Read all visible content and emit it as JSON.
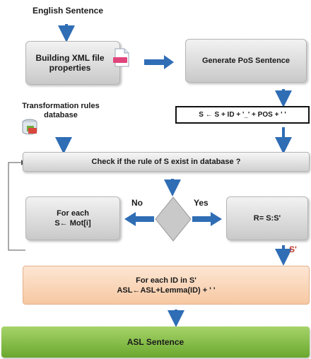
{
  "nodes": {
    "english_sentence": "English Sentence",
    "building_xml": "Building XML file properties",
    "generate_pos": "Generate PoS Sentence",
    "transformation_rules": "Transformation rules database",
    "formula": "S ← S + ID + '_' + POS + ' '",
    "check_rule": "Check if the rule of S exist in database ?",
    "no_label": "No",
    "yes_label": "Yes",
    "foreach_mot_line1": "For each",
    "foreach_mot_line2": "S← Mot[i]",
    "r_box": "R= S:S'",
    "s_prime_label": "S'",
    "foreach_id_line1": "For each ID in S'",
    "foreach_id_line2": "ASL←ASL+Lemma(ID) + ' '",
    "asl_sentence": "ASL Sentence"
  },
  "colors": {
    "arrow": "#2f6db5",
    "s_prime": "#c0392b",
    "peach": "#f6c8a2",
    "green": "#79b43b"
  },
  "icons": [
    "xml-file-icon",
    "database-icon"
  ]
}
